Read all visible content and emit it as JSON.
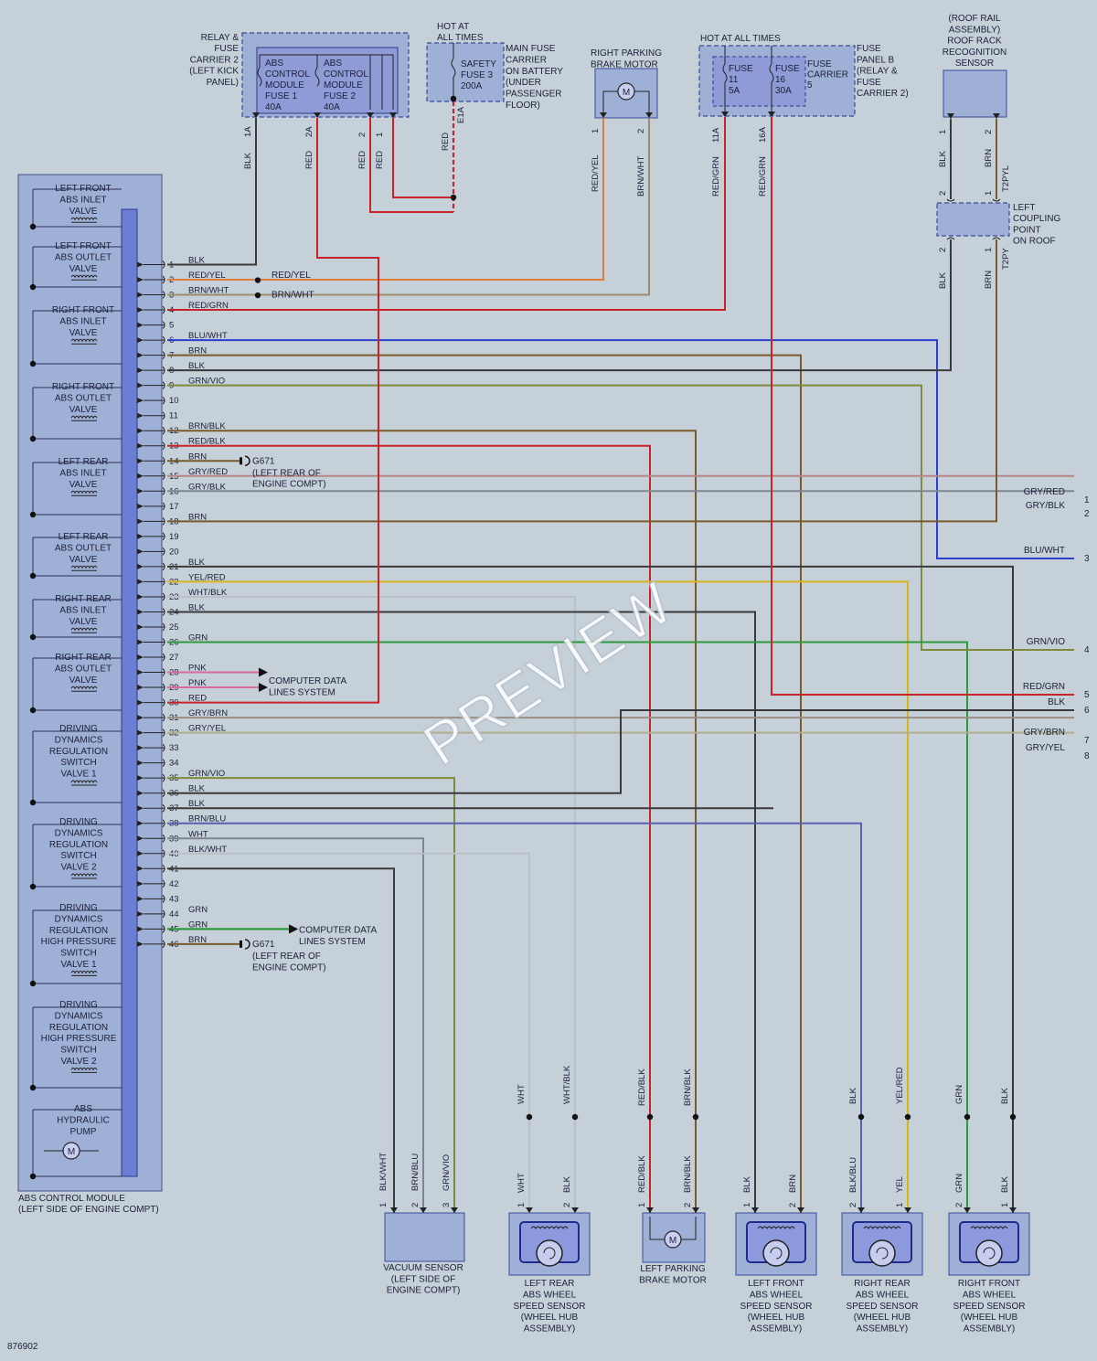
{
  "diagram_id": "876902",
  "watermark": "PREVIEW",
  "colors": {
    "BLK": "#3a3a3a",
    "RED": "#c8222b",
    "ORANGE": "#e07d3c",
    "BRNWHT": "#9a8d68",
    "BLUE": "#2c3fd0",
    "BRN": "#7a5a2a",
    "OLIVE": "#7f8a3a",
    "GRAY": "#9aa3ad",
    "GREEN": "#2a9a3a",
    "PINK": "#d86aa0",
    "YEL": "#d8b41a",
    "WHITE": "#e8ecef",
    "MODULE": "#8e9bd6",
    "MODULE_EDGE": "#3b4a9a"
  },
  "module": {
    "title": [
      "ABS CONTROL MODULE",
      "(LEFT SIDE OF ENGINE COMPT)"
    ],
    "valves": [
      [
        "LEFT FRONT",
        "ABS INLET",
        "VALVE"
      ],
      [
        "LEFT FRONT",
        "ABS OUTLET",
        "VALVE"
      ],
      [
        "RIGHT FRONT",
        "ABS INLET",
        "VALVE"
      ],
      [
        "RIGHT FRONT",
        "ABS OUTLET",
        "VALVE"
      ],
      [
        "LEFT REAR",
        "ABS INLET",
        "VALVE"
      ],
      [
        "LEFT REAR",
        "ABS OUTLET",
        "VALVE"
      ],
      [
        "RIGHT REAR",
        "ABS INLET",
        "VALVE"
      ],
      [
        "RIGHT REAR",
        "ABS OUTLET",
        "VALVE"
      ],
      [
        "DRIVING",
        "DYNAMICS",
        "REGULATION",
        "SWITCH",
        "VALVE 1"
      ],
      [
        "DRIVING",
        "DYNAMICS",
        "REGULATION",
        "SWITCH",
        "VALVE 2"
      ],
      [
        "DRIVING",
        "DYNAMICS",
        "REGULATION",
        "HIGH PRESSURE",
        "SWITCH",
        "VALVE 1"
      ],
      [
        "DRIVING",
        "DYNAMICS",
        "REGULATION",
        "HIGH PRESSURE",
        "SWITCH",
        "VALVE 2"
      ],
      [
        "ABS",
        "HYDRAULIC",
        "PUMP"
      ]
    ]
  },
  "pins": [
    {
      "n": "1",
      "c": "BLK"
    },
    {
      "n": "2",
      "c": "RED/YEL"
    },
    {
      "n": "3",
      "c": "BRN/WHT"
    },
    {
      "n": "4",
      "c": "RED/GRN"
    },
    {
      "n": "5",
      "c": ""
    },
    {
      "n": "6",
      "c": "BLU/WHT"
    },
    {
      "n": "7",
      "c": "BRN"
    },
    {
      "n": "8",
      "c": "BLK"
    },
    {
      "n": "9",
      "c": "GRN/VIO"
    },
    {
      "n": "10",
      "c": ""
    },
    {
      "n": "11",
      "c": ""
    },
    {
      "n": "12",
      "c": "BRN/BLK"
    },
    {
      "n": "13",
      "c": "RED/BLK"
    },
    {
      "n": "14",
      "c": "BRN"
    },
    {
      "n": "15",
      "c": "GRY/RED"
    },
    {
      "n": "16",
      "c": "GRY/BLK"
    },
    {
      "n": "17",
      "c": ""
    },
    {
      "n": "18",
      "c": "BRN"
    },
    {
      "n": "19",
      "c": ""
    },
    {
      "n": "20",
      "c": ""
    },
    {
      "n": "21",
      "c": "BLK"
    },
    {
      "n": "22",
      "c": "YEL/RED"
    },
    {
      "n": "23",
      "c": "WHT/BLK"
    },
    {
      "n": "24",
      "c": "BLK"
    },
    {
      "n": "25",
      "c": ""
    },
    {
      "n": "26",
      "c": "GRN"
    },
    {
      "n": "27",
      "c": ""
    },
    {
      "n": "28",
      "c": "PNK"
    },
    {
      "n": "29",
      "c": "PNK"
    },
    {
      "n": "30",
      "c": "RED"
    },
    {
      "n": "31",
      "c": "GRY/BRN"
    },
    {
      "n": "32",
      "c": "GRY/YEL"
    },
    {
      "n": "33",
      "c": ""
    },
    {
      "n": "34",
      "c": ""
    },
    {
      "n": "35",
      "c": "GRN/VIO"
    },
    {
      "n": "36",
      "c": "BLK"
    },
    {
      "n": "37",
      "c": "BLK"
    },
    {
      "n": "38",
      "c": "BRN/BLU"
    },
    {
      "n": "39",
      "c": "WHT"
    },
    {
      "n": "40",
      "c": "BLK/WHT"
    },
    {
      "n": "41",
      "c": ""
    },
    {
      "n": "42",
      "c": ""
    },
    {
      "n": "43",
      "c": ""
    },
    {
      "n": "44",
      "c": "GRN"
    },
    {
      "n": "45",
      "c": "GRN"
    },
    {
      "n": "46",
      "c": "BRN"
    }
  ],
  "mid_labels": {
    "red_yel": "RED/YEL",
    "brn_wht": "BRN/WHT"
  },
  "ground": {
    "name": "G671",
    "loc": [
      "(LEFT REAR OF",
      "ENGINE COMPT)"
    ]
  },
  "computer_data": [
    "COMPUTER DATA",
    "LINES SYSTEM"
  ],
  "relay_carrier": {
    "label": [
      "RELAY &",
      "FUSE",
      "CARRIER 2",
      "(LEFT KICK",
      "PANEL)"
    ],
    "fuse1": [
      "ABS",
      "CONTROL",
      "MODULE",
      "FUSE 1",
      "40A"
    ],
    "fuse2": [
      "ABS",
      "CONTROL",
      "MODULE",
      "FUSE 2",
      "40A"
    ],
    "pins": [
      "1A",
      "2A",
      "2",
      "1"
    ],
    "wires": [
      "BLK",
      "RED",
      "RED",
      "RED"
    ]
  },
  "main_fuse": {
    "hot": [
      "HOT AT",
      "ALL TIMES"
    ],
    "fuse": [
      "SAFETY",
      "FUSE 3",
      "200A"
    ],
    "label": [
      "MAIN FUSE",
      "CARRIER",
      "ON BATTERY",
      "(UNDER",
      "PASSENGER",
      "FLOOR)"
    ],
    "pin": "E1A",
    "wire": "RED"
  },
  "rp_brake": {
    "label": [
      "RIGHT PARKING",
      "BRAKE MOTOR"
    ],
    "pins": [
      "1",
      "2"
    ],
    "wires": [
      "RED/YEL",
      "BRN/WHT"
    ]
  },
  "fuse_panel_b": {
    "hot": "HOT AT ALL TIMES",
    "fuse11": [
      "FUSE",
      "11",
      "5A"
    ],
    "fuse16": [
      "FUSE",
      "16",
      "30A"
    ],
    "carrier": [
      "FUSE",
      "CARRIER",
      "5"
    ],
    "label": [
      "FUSE",
      "PANEL B",
      "(RELAY &",
      "FUSE",
      "CARRIER 2)"
    ],
    "pins": [
      "11A",
      "16A"
    ],
    "wires": [
      "RED/GRN",
      "RED/GRN"
    ]
  },
  "roof_sensor": {
    "label": [
      "(ROOF RAIL",
      "ASSEMBLY)",
      "ROOF RACK",
      "RECOGNITION",
      "SENSOR"
    ],
    "pins": [
      "1",
      "2"
    ],
    "wires": [
      "BLK",
      "BRN"
    ],
    "conn": "T2PYL"
  },
  "coupling": {
    "label": [
      "LEFT",
      "COUPLING",
      "POINT",
      "ON ROOF"
    ],
    "pins_top": [
      "2",
      "1"
    ],
    "pins_bot": [
      "2",
      "1"
    ],
    "wires": [
      "BLK",
      "BRN"
    ],
    "conn": "T2PY"
  },
  "right_edge": [
    {
      "c": "GRY/RED",
      "n": "1"
    },
    {
      "c": "GRY/BLK",
      "n": "2"
    },
    {
      "c": "BLU/WHT",
      "n": "3"
    },
    {
      "c": "GRN/VIO",
      "n": "4"
    },
    {
      "c": "RED/GRN",
      "n": "5"
    },
    {
      "c": "BLK",
      "n": "6"
    },
    {
      "c": "GRY/BRN",
      "n": "7"
    },
    {
      "c": "GRY/YEL",
      "n": "8"
    }
  ],
  "bottom": {
    "vacuum": {
      "label": [
        "VACUUM SENSOR",
        "(LEFT SIDE OF",
        "ENGINE COMPT)"
      ],
      "pins": [
        "1",
        "2",
        "3"
      ],
      "wires": [
        "BLK/WHT",
        "BRN/BLU",
        "GRN/VIO"
      ]
    },
    "lr_sensor": {
      "label": [
        "LEFT REAR",
        "ABS WHEEL",
        "SPEED SENSOR",
        "(WHEEL HUB",
        "ASSEMBLY)"
      ],
      "pins": [
        "1",
        "2"
      ],
      "top": [
        "WHT",
        "WHT/BLK"
      ],
      "bot": [
        "WHT",
        "BLK"
      ]
    },
    "lp_brake": {
      "label": [
        "LEFT PARKING",
        "BRAKE MOTOR"
      ],
      "pins": [
        "1",
        "2"
      ],
      "top": [
        "RED/BLK",
        "BRN/BLK"
      ],
      "bot": [
        "RED/BLK",
        "BRN/BLK"
      ]
    },
    "lf_sensor": {
      "label": [
        "LEFT FRONT",
        "ABS WHEEL",
        "SPEED SENSOR",
        "(WHEEL HUB",
        "ASSEMBLY)"
      ],
      "pins": [
        "1",
        "2"
      ],
      "bot": [
        "BLK",
        "BRN"
      ]
    },
    "rr_sensor": {
      "label": [
        "RIGHT REAR",
        "ABS WHEEL",
        "SPEED SENSOR",
        "(WHEEL HUB",
        "ASSEMBLY)"
      ],
      "pins": [
        "2",
        "1"
      ],
      "top": [
        "BLK",
        "YEL/RED"
      ],
      "bot": [
        "BLK/BLU",
        "YEL"
      ]
    },
    "rf_sensor": {
      "label": [
        "RIGHT FRONT",
        "ABS WHEEL",
        "SPEED SENSOR",
        "(WHEEL HUB",
        "ASSEMBLY)"
      ],
      "pins": [
        "2",
        "1"
      ],
      "top": [
        "GRN",
        "BLK"
      ],
      "bot": [
        "GRN",
        "BLK"
      ]
    }
  }
}
